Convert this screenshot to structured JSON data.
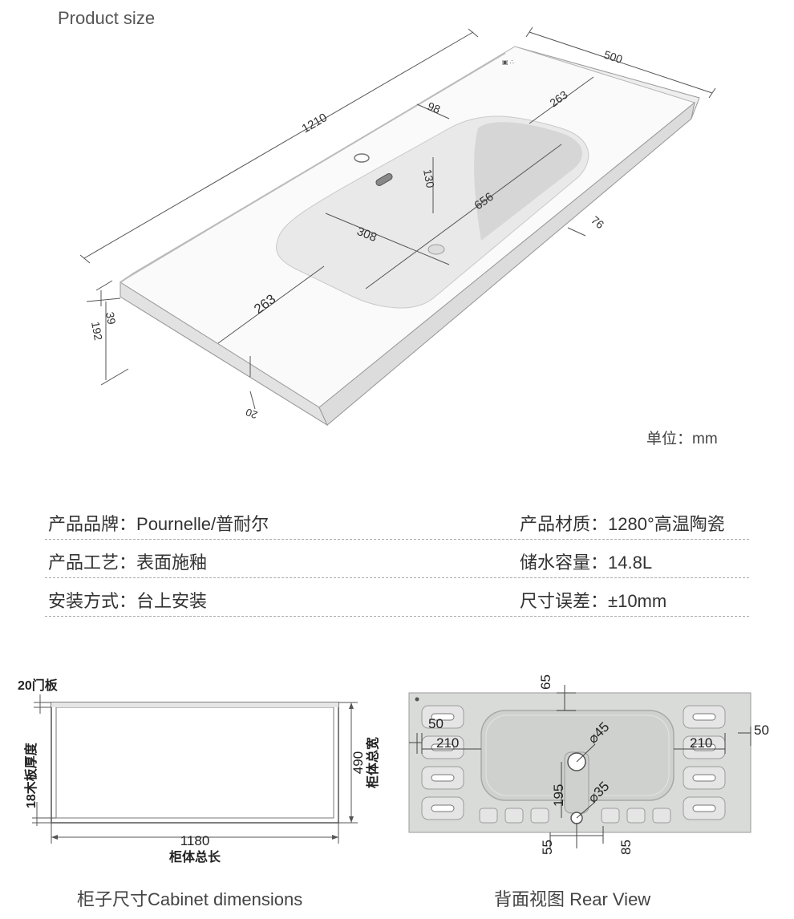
{
  "header": {
    "title": "Product size"
  },
  "unit_label": "单位：mm",
  "iso_dims": {
    "length": "1210",
    "depth": "500",
    "d98": "98",
    "d263_top": "263",
    "d130": "130",
    "d656": "656",
    "d76": "76",
    "d308": "308",
    "d263_bottom": "263",
    "h39": "39",
    "h192": "192",
    "h20": "20"
  },
  "specs": [
    {
      "left": {
        "label": "产品品牌：",
        "value": "Pournelle/普耐尔"
      },
      "right": {
        "label": "产品材质：",
        "value": "1280°高温陶瓷"
      }
    },
    {
      "left": {
        "label": "产品工艺：",
        "value": "表面施釉"
      },
      "right": {
        "label": "储水容量：",
        "value": "14.8L"
      }
    },
    {
      "left": {
        "label": "安装方式：",
        "value": "台上安装"
      },
      "right": {
        "label": "尺寸误差：",
        "value": "±10mm"
      }
    }
  ],
  "cabinet": {
    "door_label": "20门板",
    "board_label": "18木板厚度",
    "width_value": "1180",
    "width_label": "柜体总长",
    "depth_value": "490",
    "depth_label": "柜体总宽",
    "caption": "柜子尺寸Cabinet dimensions"
  },
  "rear": {
    "top_gap": "65",
    "left_50": "50",
    "left_210": "210",
    "right_210": "210",
    "right_50": "50",
    "hole1": "⌀45",
    "hole_dist": "195",
    "hole2": "⌀35",
    "bottom_55": "55",
    "bottom_85": "85",
    "caption": "背面视图 Rear View"
  },
  "colors": {
    "line": "#555555",
    "ceramic": "#f4f4f4",
    "rear_fill": "#d9dbd9"
  }
}
